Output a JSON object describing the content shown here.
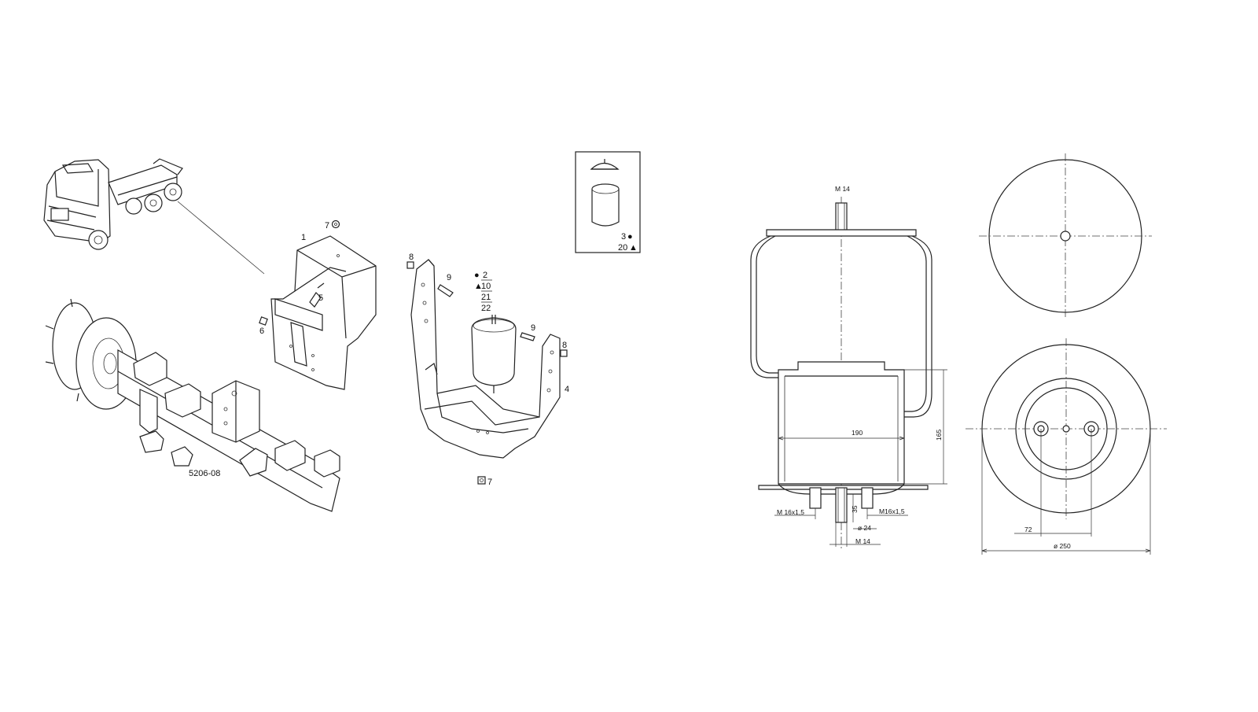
{
  "parts_diagram": {
    "drawing_code": "5206-08",
    "callouts": {
      "c1": "1",
      "c4": "4",
      "c5": "5",
      "c6": "6",
      "c7_top": "7",
      "c7_bottom": "7",
      "c8_left": "8",
      "c8_right": "8",
      "c9_left": "9",
      "c9_right": "9"
    },
    "bellow_refs": {
      "ref_2": "2",
      "ref_10": "10",
      "ref_21": "21",
      "ref_22": "22"
    },
    "inset_refs": {
      "ref_3": "3",
      "ref_20": "20"
    },
    "symbols": {
      "dot": "●",
      "triangle": "▲"
    }
  },
  "technical_drawing": {
    "dim_top_stud": "M 14",
    "dim_width": "190",
    "dim_height": "165",
    "dim_left_thread": "M 16x1,5",
    "dim_right_thread": "M16x1,5",
    "dim_stud_len": "35",
    "dim_stud_dia": "ø 24",
    "dim_bottom_stud": "M 14",
    "dim_hole_spacing": "72",
    "dim_outer_dia": "ø 250"
  }
}
